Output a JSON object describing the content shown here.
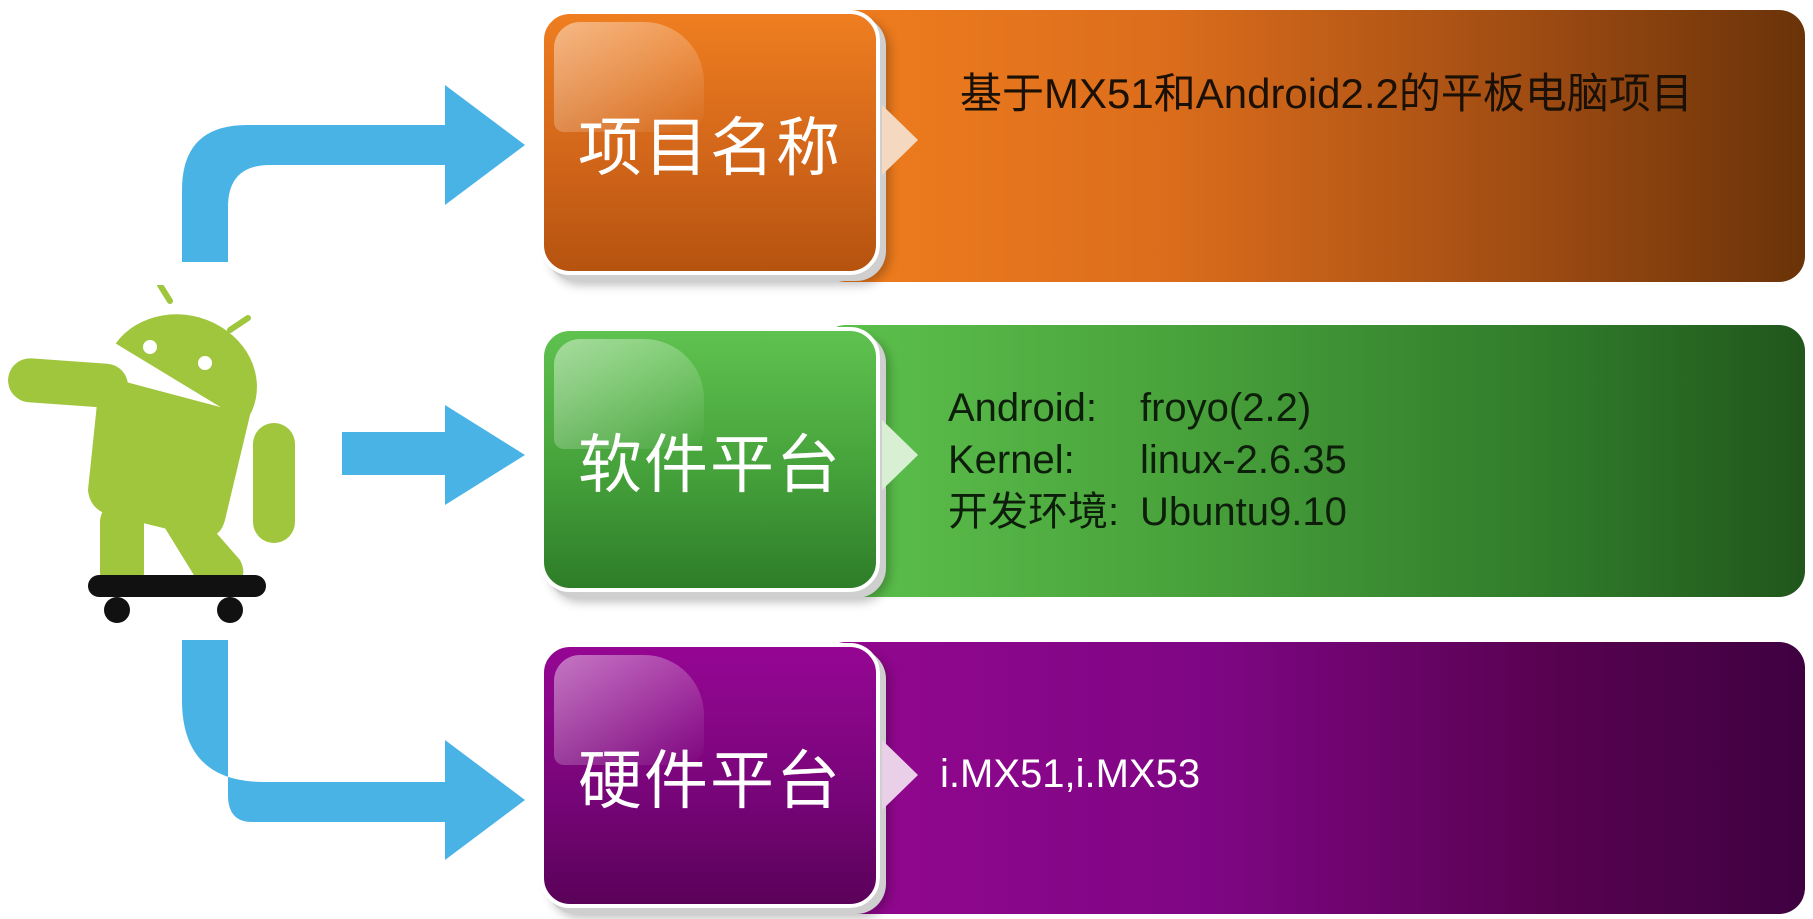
{
  "rows": [
    {
      "label": "项目名称",
      "content": [
        "基于MX51和Android2.2的平板电脑项目"
      ]
    },
    {
      "label": "软件平台",
      "content": [
        {
          "key": "Android:",
          "value": "froyo(2.2)"
        },
        {
          "key": "Kernel:",
          "value": "linux-2.6.35"
        },
        {
          "key": "开发环境:",
          "value": "Ubuntu9.10"
        }
      ]
    },
    {
      "label": "硬件平台",
      "content": [
        "i.MX51,i.MX53"
      ]
    }
  ],
  "colors": {
    "arrow": "#4ab3e6",
    "android_green": "#9fc63c",
    "orange": "#ef7e20",
    "green": "#5dc24d",
    "purple": "#93078f"
  },
  "icons": [
    "android-skateboard-icon",
    "arrow-right-icon"
  ]
}
